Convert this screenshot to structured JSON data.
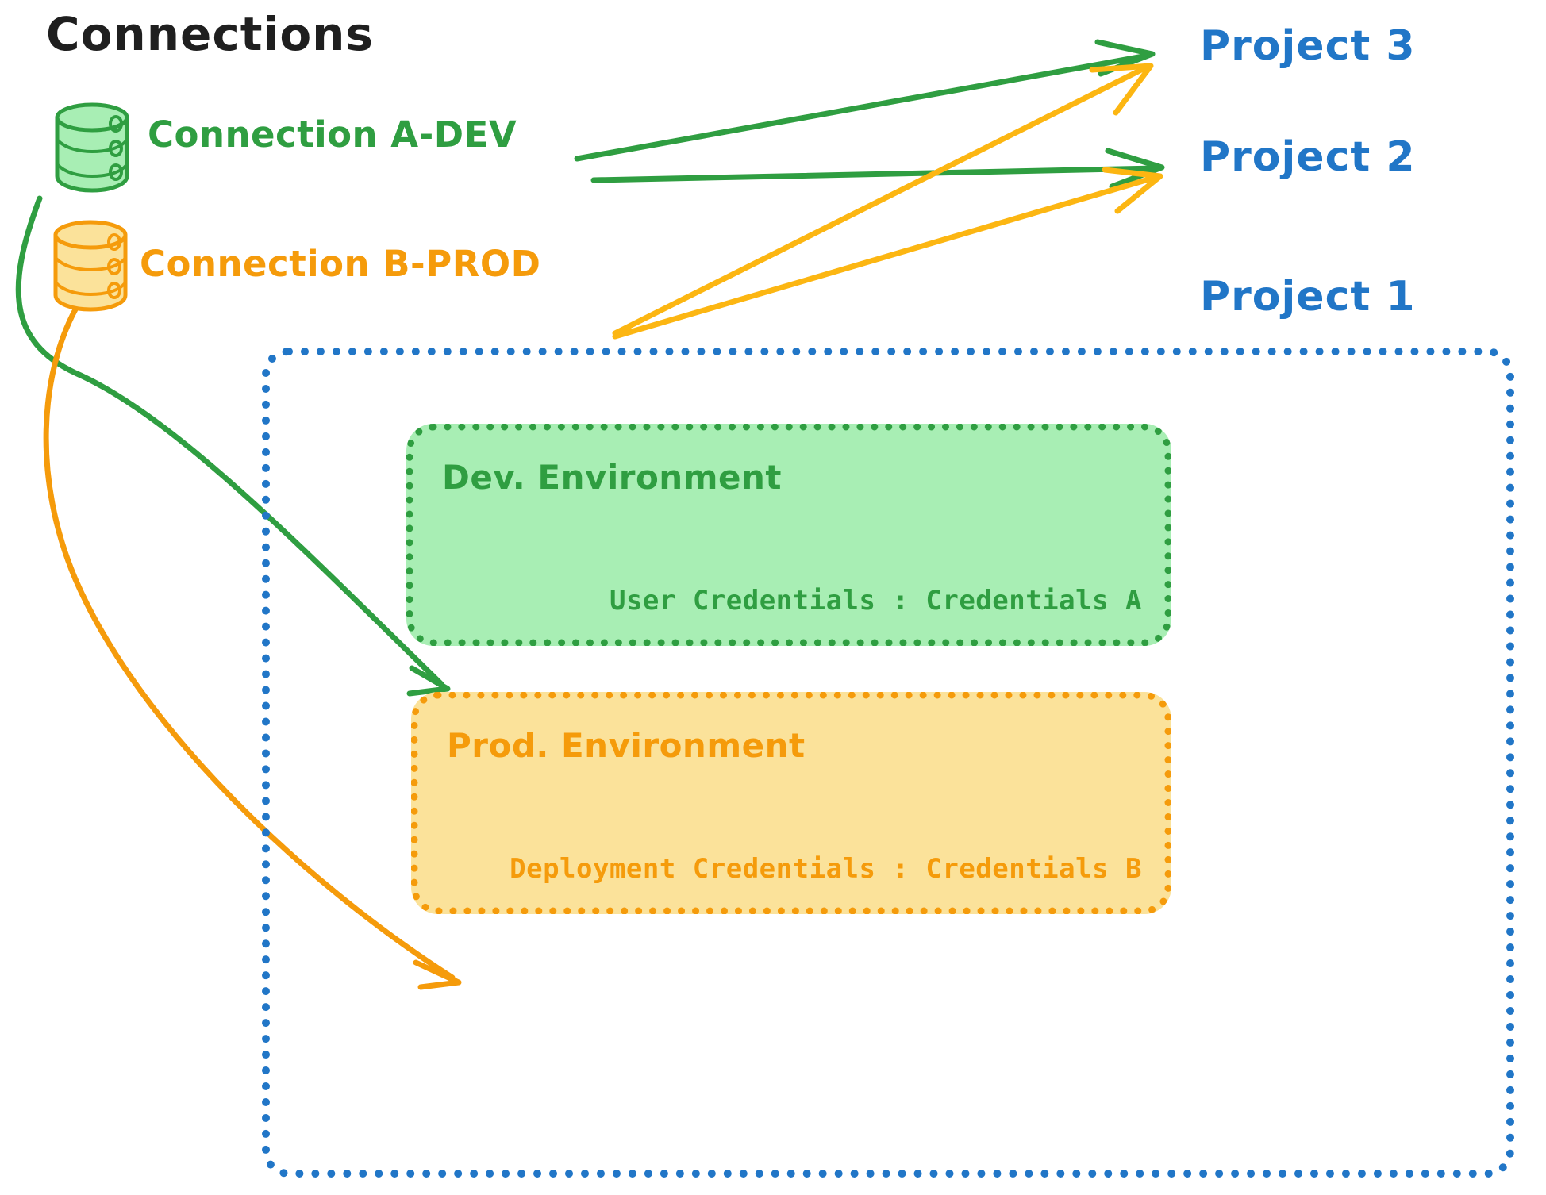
{
  "diagram": {
    "title": "Connections",
    "title_color": "#1f1f1f",
    "background": "#ffffff"
  },
  "palette": {
    "green": "#2f9e41",
    "green_fill": "#a8eeb4",
    "orange": "#f59b0b",
    "orange_fill": "#fbe29a",
    "blue": "#2176c7"
  },
  "connections": [
    {
      "id": "connection-a-dev",
      "label": "Connection A-DEV",
      "color": "#2f9e41",
      "icon": "database-cylinder-icon",
      "targets": [
        "Project 3",
        "Project 2",
        "Dev. Environment"
      ]
    },
    {
      "id": "connection-b-prod",
      "label": "Connection B-PROD",
      "color": "#f59b0b",
      "icon": "database-cylinder-icon",
      "targets": [
        "Project 3",
        "Project 2",
        "Prod. Environment"
      ]
    }
  ],
  "projects": [
    {
      "id": "project-3",
      "label": "Project 3"
    },
    {
      "id": "project-2",
      "label": "Project 2"
    },
    {
      "id": "project-1",
      "label": "Project 1"
    }
  ],
  "project_1_container": {
    "label": "Project 1",
    "border_color": "#2176c7",
    "border_style": "dotted",
    "environments": [
      {
        "id": "dev-environment",
        "title": "Dev. Environment",
        "credentials_label": "User Credentials",
        "credentials_separator": ":",
        "credentials_value": "Credentials A",
        "credentials_text": "User Credentials : Credentials A",
        "fill": "#a8eeb4",
        "border_color": "#2f9e41"
      },
      {
        "id": "prod-environment",
        "title": "Prod. Environment",
        "credentials_label": "Deployment Credentials",
        "credentials_separator": ":",
        "credentials_value": "Credentials B",
        "credentials_text": "Deployment Credentials : Credentials B",
        "fill": "#fbe29a",
        "border_color": "#f59b0b"
      }
    ]
  },
  "arrows": [
    {
      "id": "arrow-a-dev-to-project-3",
      "from": "Connection A-DEV",
      "to": "Project 3",
      "color": "#2f9e41"
    },
    {
      "id": "arrow-a-dev-to-project-2",
      "from": "Connection A-DEV",
      "to": "Project 2",
      "color": "#2f9e41"
    },
    {
      "id": "arrow-a-dev-to-dev-environment",
      "from": "Connection A-DEV",
      "to": "Dev. Environment",
      "color": "#2f9e41"
    },
    {
      "id": "arrow-b-prod-to-project-3",
      "from": "Connection B-PROD",
      "to": "Project 3",
      "color": "#f59b0b"
    },
    {
      "id": "arrow-b-prod-to-project-2",
      "from": "Connection B-PROD",
      "to": "Project 2",
      "color": "#f59b0b"
    },
    {
      "id": "arrow-b-prod-to-prod-environment",
      "from": "Connection B-PROD",
      "to": "Prod. Environment",
      "color": "#f59b0b"
    }
  ]
}
